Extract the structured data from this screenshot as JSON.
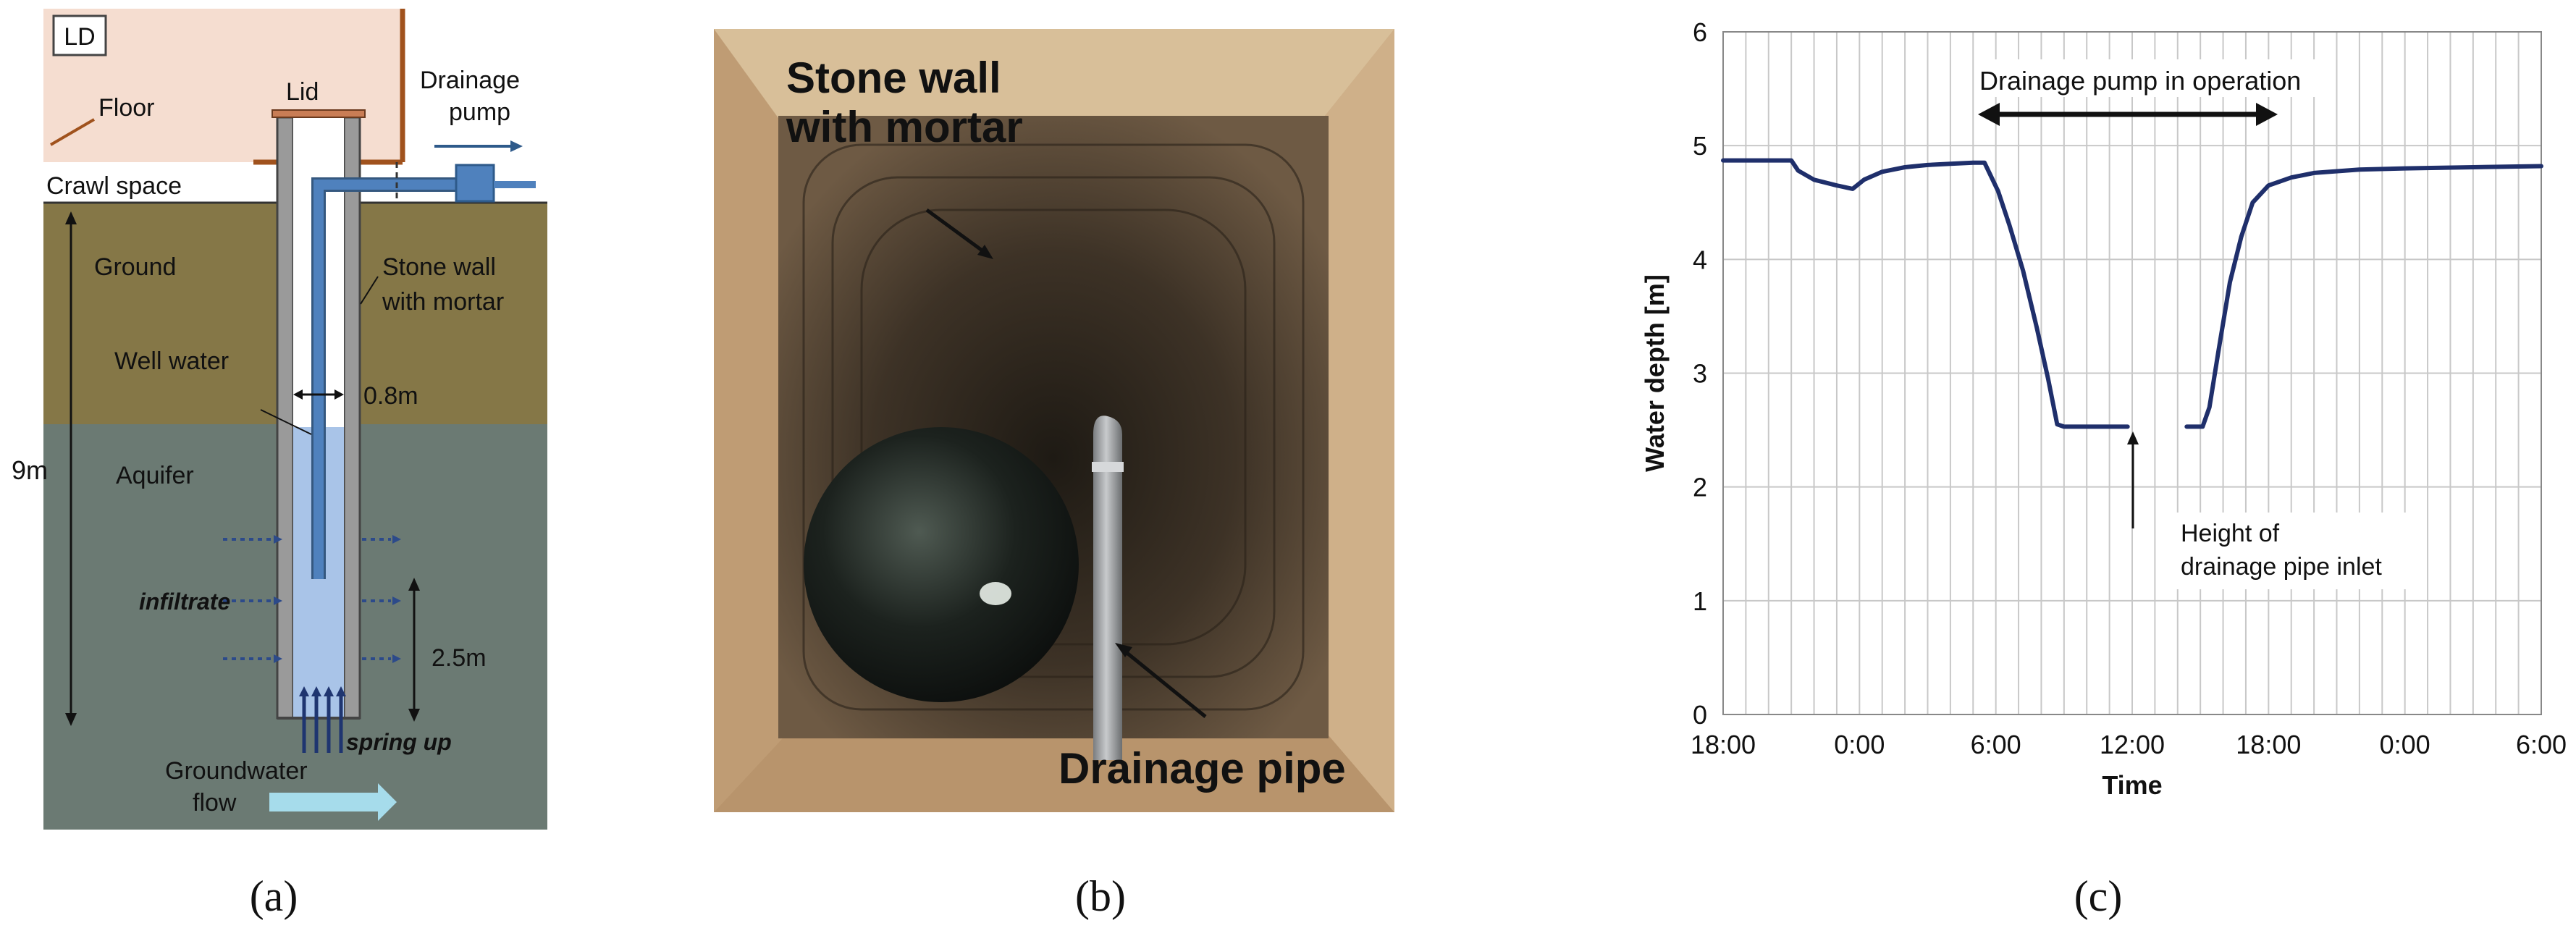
{
  "panel_a": {
    "caption": "(a)",
    "badge": "LD",
    "floor": "Floor",
    "lid": "Lid",
    "pump": [
      "Drainage",
      "pump"
    ],
    "crawl": "Crawl space",
    "ground": "Ground",
    "stone_wall": [
      "Stone wall",
      "with mortar"
    ],
    "well_water": "Well water",
    "width": "0.8m",
    "depth": "9m",
    "aquifer": "Aquifer",
    "infiltrate": "infiltrate",
    "water_height": "2.5m",
    "spring": "spring up",
    "flow": [
      "Groundwater",
      "flow"
    ],
    "colors": {
      "ground": "#857747",
      "aquifer": "#6b7a73",
      "floor": "#f5ddd0",
      "water": "#a9c4e8",
      "pipe": "#4f81bd"
    }
  },
  "panel_b": {
    "caption": "(b)",
    "wall_label": [
      "Stone wall",
      "with mortar"
    ],
    "pipe_label": "Drainage pipe"
  },
  "panel_c": {
    "caption": "(c)",
    "annotation_pump": "Drainage pump in operation",
    "annotation_inlet": [
      "Height of",
      "drainage pipe inlet"
    ]
  },
  "chart_data": {
    "type": "line",
    "xlabel": "Time",
    "ylabel": "Water depth [m]",
    "x_ticks": [
      "18:00",
      "0:00",
      "6:00",
      "12:00",
      "18:00",
      "0:00",
      "6:00"
    ],
    "y_ticks": [
      "0",
      "1",
      "2",
      "3",
      "4",
      "5",
      "6"
    ],
    "xlim": [
      0,
      36
    ],
    "ylim": [
      0,
      6
    ],
    "grid": true,
    "series": [
      {
        "color": "#1f2f6b",
        "segments": [
          [
            [
              0,
              4.87
            ],
            [
              2.5,
              4.87
            ],
            [
              3.0,
              4.87
            ],
            [
              3.3,
              4.78
            ],
            [
              4,
              4.7
            ],
            [
              5,
              4.65
            ],
            [
              5.7,
              4.62
            ],
            [
              6.2,
              4.7
            ],
            [
              7,
              4.77
            ],
            [
              8,
              4.81
            ],
            [
              9,
              4.83
            ],
            [
              10,
              4.84
            ],
            [
              11,
              4.85
            ],
            [
              11.5,
              4.85
            ],
            [
              12.1,
              4.6
            ],
            [
              12.6,
              4.3
            ],
            [
              13.2,
              3.9
            ],
            [
              13.8,
              3.4
            ],
            [
              14.3,
              2.95
            ],
            [
              14.7,
              2.55
            ],
            [
              15,
              2.53
            ],
            [
              16,
              2.53
            ],
            [
              17.8,
              2.53
            ]
          ],
          [
            [
              20.4,
              2.53
            ],
            [
              21.1,
              2.53
            ],
            [
              21.4,
              2.7
            ],
            [
              21.8,
              3.2
            ],
            [
              22.3,
              3.8
            ],
            [
              22.8,
              4.2
            ],
            [
              23.3,
              4.5
            ],
            [
              24,
              4.65
            ],
            [
              25,
              4.72
            ],
            [
              26,
              4.76
            ],
            [
              28,
              4.79
            ],
            [
              30,
              4.8
            ],
            [
              33,
              4.81
            ],
            [
              36,
              4.82
            ]
          ]
        ]
      }
    ]
  }
}
